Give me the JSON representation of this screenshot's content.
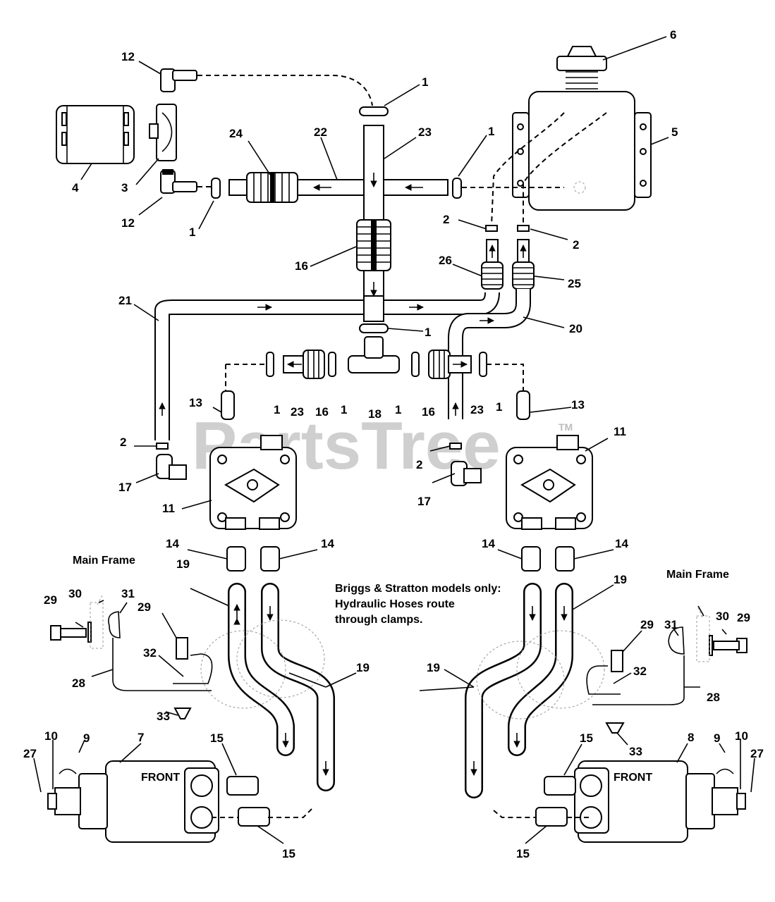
{
  "watermark": {
    "text": "PartsTree",
    "trademark": "TM"
  },
  "note": {
    "line1": "Briggs & Stratton models only:",
    "line2": "Hydraulic Hoses route",
    "line3": "through clamps."
  },
  "frame_labels": {
    "left": "Main Frame",
    "right": "Main Frame"
  },
  "motor_labels": {
    "left": "FRONT",
    "right": "FRONT"
  },
  "callouts": [
    {
      "id": "c1",
      "text": "12"
    },
    {
      "id": "c2",
      "text": "6"
    },
    {
      "id": "c3",
      "text": "1"
    },
    {
      "id": "c4",
      "text": "23"
    },
    {
      "id": "c5",
      "text": "24"
    },
    {
      "id": "c6",
      "text": "22"
    },
    {
      "id": "c7",
      "text": "1"
    },
    {
      "id": "c8",
      "text": "5"
    },
    {
      "id": "c9",
      "text": "4"
    },
    {
      "id": "c10",
      "text": "3"
    },
    {
      "id": "c11",
      "text": "12"
    },
    {
      "id": "c12",
      "text": "1"
    },
    {
      "id": "c13",
      "text": "2"
    },
    {
      "id": "c14",
      "text": "2"
    },
    {
      "id": "c15",
      "text": "16"
    },
    {
      "id": "c16",
      "text": "26"
    },
    {
      "id": "c17",
      "text": "25"
    },
    {
      "id": "c18",
      "text": "21"
    },
    {
      "id": "c19",
      "text": "1"
    },
    {
      "id": "c20",
      "text": "20"
    },
    {
      "id": "c21",
      "text": "1"
    },
    {
      "id": "c22",
      "text": "23"
    },
    {
      "id": "c23",
      "text": "16"
    },
    {
      "id": "c24",
      "text": "1"
    },
    {
      "id": "c25",
      "text": "18"
    },
    {
      "id": "c26",
      "text": "1"
    },
    {
      "id": "c27",
      "text": "16"
    },
    {
      "id": "c28",
      "text": "23"
    },
    {
      "id": "c29",
      "text": "1"
    },
    {
      "id": "c30",
      "text": "13"
    },
    {
      "id": "c31",
      "text": "13"
    },
    {
      "id": "c32",
      "text": "2"
    },
    {
      "id": "c33",
      "text": "11"
    },
    {
      "id": "c34",
      "text": "17"
    },
    {
      "id": "c35",
      "text": "2"
    },
    {
      "id": "c36",
      "text": "17"
    },
    {
      "id": "c37",
      "text": "11"
    },
    {
      "id": "c38",
      "text": "14"
    },
    {
      "id": "c39",
      "text": "14"
    },
    {
      "id": "c40",
      "text": "14"
    },
    {
      "id": "c41",
      "text": "14"
    },
    {
      "id": "c42",
      "text": "19"
    },
    {
      "id": "c43",
      "text": "19"
    },
    {
      "id": "c44",
      "text": "29"
    },
    {
      "id": "c45",
      "text": "30"
    },
    {
      "id": "c46",
      "text": "31"
    },
    {
      "id": "c47",
      "text": "29"
    },
    {
      "id": "c48",
      "text": "31"
    },
    {
      "id": "c49",
      "text": "30"
    },
    {
      "id": "c50",
      "text": "29"
    },
    {
      "id": "c51",
      "text": "29"
    },
    {
      "id": "c52",
      "text": "19"
    },
    {
      "id": "c53",
      "text": "19"
    },
    {
      "id": "c54",
      "text": "28"
    },
    {
      "id": "c55",
      "text": "32"
    },
    {
      "id": "c56",
      "text": "32"
    },
    {
      "id": "c57",
      "text": "28"
    },
    {
      "id": "c58",
      "text": "33"
    },
    {
      "id": "c59",
      "text": "33"
    },
    {
      "id": "c60",
      "text": "10"
    },
    {
      "id": "c61",
      "text": "9"
    },
    {
      "id": "c62",
      "text": "7"
    },
    {
      "id": "c63",
      "text": "15"
    },
    {
      "id": "c64",
      "text": "15"
    },
    {
      "id": "c65",
      "text": "8"
    },
    {
      "id": "c66",
      "text": "9"
    },
    {
      "id": "c67",
      "text": "10"
    },
    {
      "id": "c68",
      "text": "27"
    },
    {
      "id": "c69",
      "text": "27"
    },
    {
      "id": "c70",
      "text": "15"
    },
    {
      "id": "c71",
      "text": "15"
    }
  ]
}
